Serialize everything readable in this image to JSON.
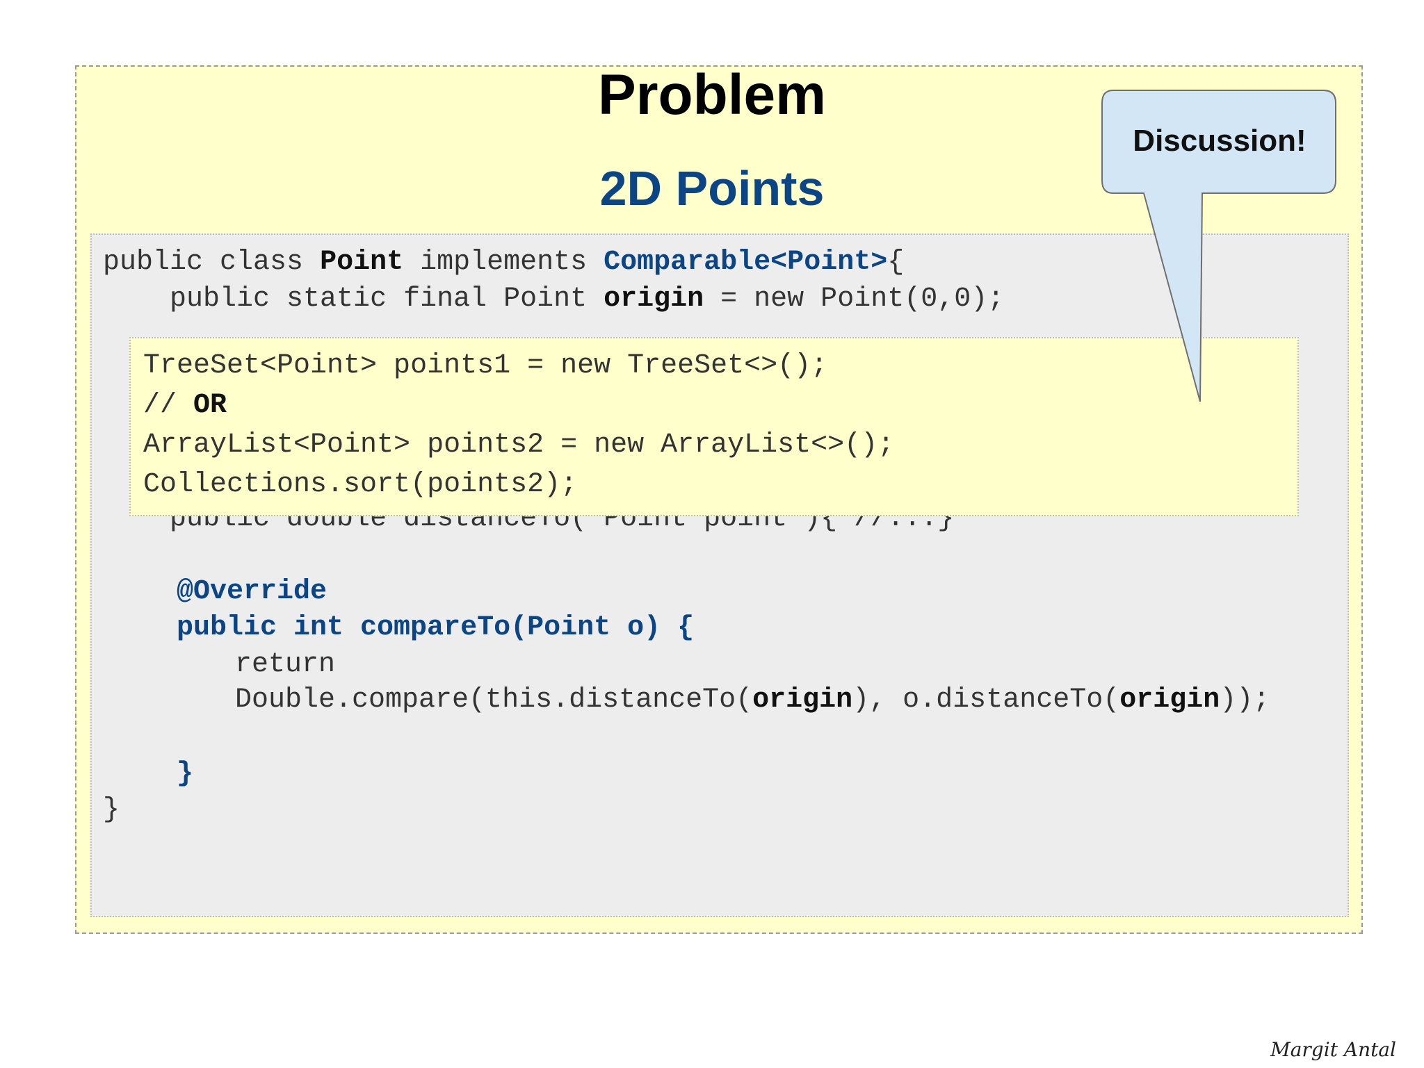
{
  "slide": {
    "title": "Problem",
    "subtitle": "2D Points",
    "callout": "Discussion!",
    "author": "Margit Antal"
  },
  "code": {
    "l1": {
      "a": "public class ",
      "b": "Point",
      "c": " implements ",
      "d": "Comparable<Point>",
      "e": "{"
    },
    "l2": {
      "a": "    public static final Point ",
      "b": "origin",
      "c": " = new Point(0,0);"
    },
    "hidden_line": "    public double distanceTo( Point point ){ //...}",
    "override": "@Override",
    "compare_sig": "public int compareTo(Point o) {",
    "ret": "return",
    "l_double": {
      "a": "Double.compare(this.distanceTo(",
      "b": "origin",
      "c": "), o.distanceTo(",
      "d": "origin",
      "e": "));"
    },
    "close_method": "}",
    "close_class": "}"
  },
  "popup": {
    "line1": "TreeSet<Point> points1 = new TreeSet<>();",
    "line2_comment": "// ",
    "line2_or": "OR",
    "line3": "ArrayList<Point> points2 = new ArrayList<>();",
    "line4": "Collections.sort(points2);"
  },
  "colors": {
    "slide_bg": "#ffffcc",
    "code_bg": "#ededed",
    "accent_blue": "#0b4585",
    "callout_fill": "#d3e6f5"
  }
}
